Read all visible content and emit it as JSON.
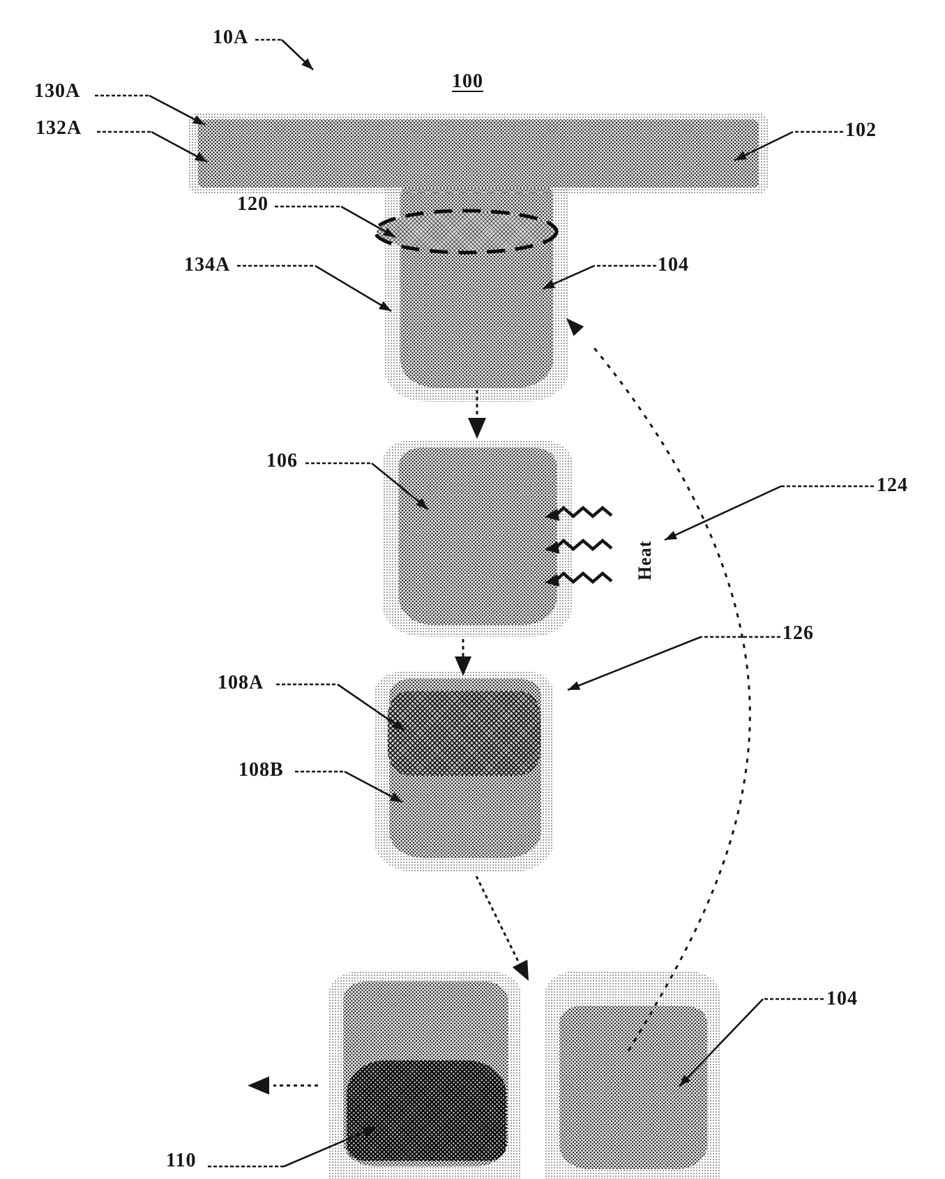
{
  "figure": {
    "view_ref": "10A",
    "figure_ref": "100",
    "heat_label": "Heat",
    "refs": {
      "r130A": "130A",
      "r132A": "132A",
      "r102": "102",
      "r120": "120",
      "r134A": "134A",
      "r104_top": "104",
      "r106": "106",
      "r124": "124",
      "r126": "126",
      "r108A": "108A",
      "r108B": "108B",
      "r110": "110",
      "r104_bottom": "104"
    }
  }
}
